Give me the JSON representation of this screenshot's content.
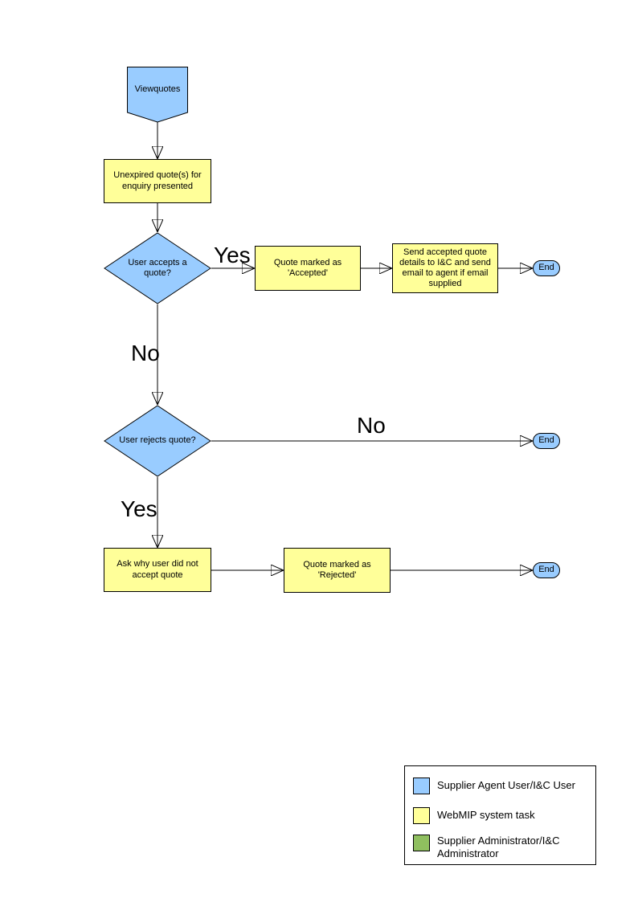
{
  "palette": {
    "supplier_agent_user_blue": "#99ccff",
    "webmip_task_yellow": "#ffff99",
    "supplier_admin_green": "#8fbf5f",
    "line_black": "#000000"
  },
  "flowchart": {
    "nodes": {
      "start": {
        "label": "Viewquotes"
      },
      "present": {
        "label": "Unexpired quote(s) for enquiry presented"
      },
      "accept_decision": {
        "label": "User accepts a quote?"
      },
      "mark_accepted": {
        "label": "Quote  marked as 'Accepted'"
      },
      "send_details": {
        "label": "Send accepted quote details to I&C and send email to agent if email supplied"
      },
      "end_accept": {
        "label": "End"
      },
      "reject_decision": {
        "label": "User rejects quote?"
      },
      "end_reject_no": {
        "label": "End"
      },
      "ask_why": {
        "label": "Ask why user did not accept quote"
      },
      "mark_rejected": {
        "label": "Quote  marked as 'Rejected'"
      },
      "end_rejected": {
        "label": "End"
      }
    },
    "edge_labels": {
      "accept_yes": "Yes",
      "accept_no": "No",
      "reject_no": "No",
      "reject_yes": "Yes"
    }
  },
  "legend": {
    "items": [
      {
        "label": "Supplier Agent User/I&C User",
        "color": "#99ccff"
      },
      {
        "label": "WebMIP system task",
        "color": "#ffff99"
      },
      {
        "label": "Supplier Administrator/I&C Administrator",
        "color": "#8fbf5f"
      }
    ]
  }
}
